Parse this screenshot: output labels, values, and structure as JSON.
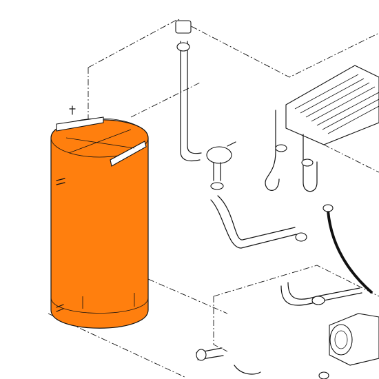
{
  "diagram": {
    "colors": {
      "tank_fill": "#ff7f0e",
      "line": "#111111",
      "background": "#ffffff"
    },
    "components": [
      {
        "id": "storage-tank",
        "highlighted": true
      },
      {
        "id": "heat-exchanger",
        "highlighted": false
      },
      {
        "id": "hot-water-pipe",
        "highlighted": false
      },
      {
        "id": "circulation-pump",
        "highlighted": false
      },
      {
        "id": "flexible-hose",
        "highlighted": false
      }
    ]
  }
}
